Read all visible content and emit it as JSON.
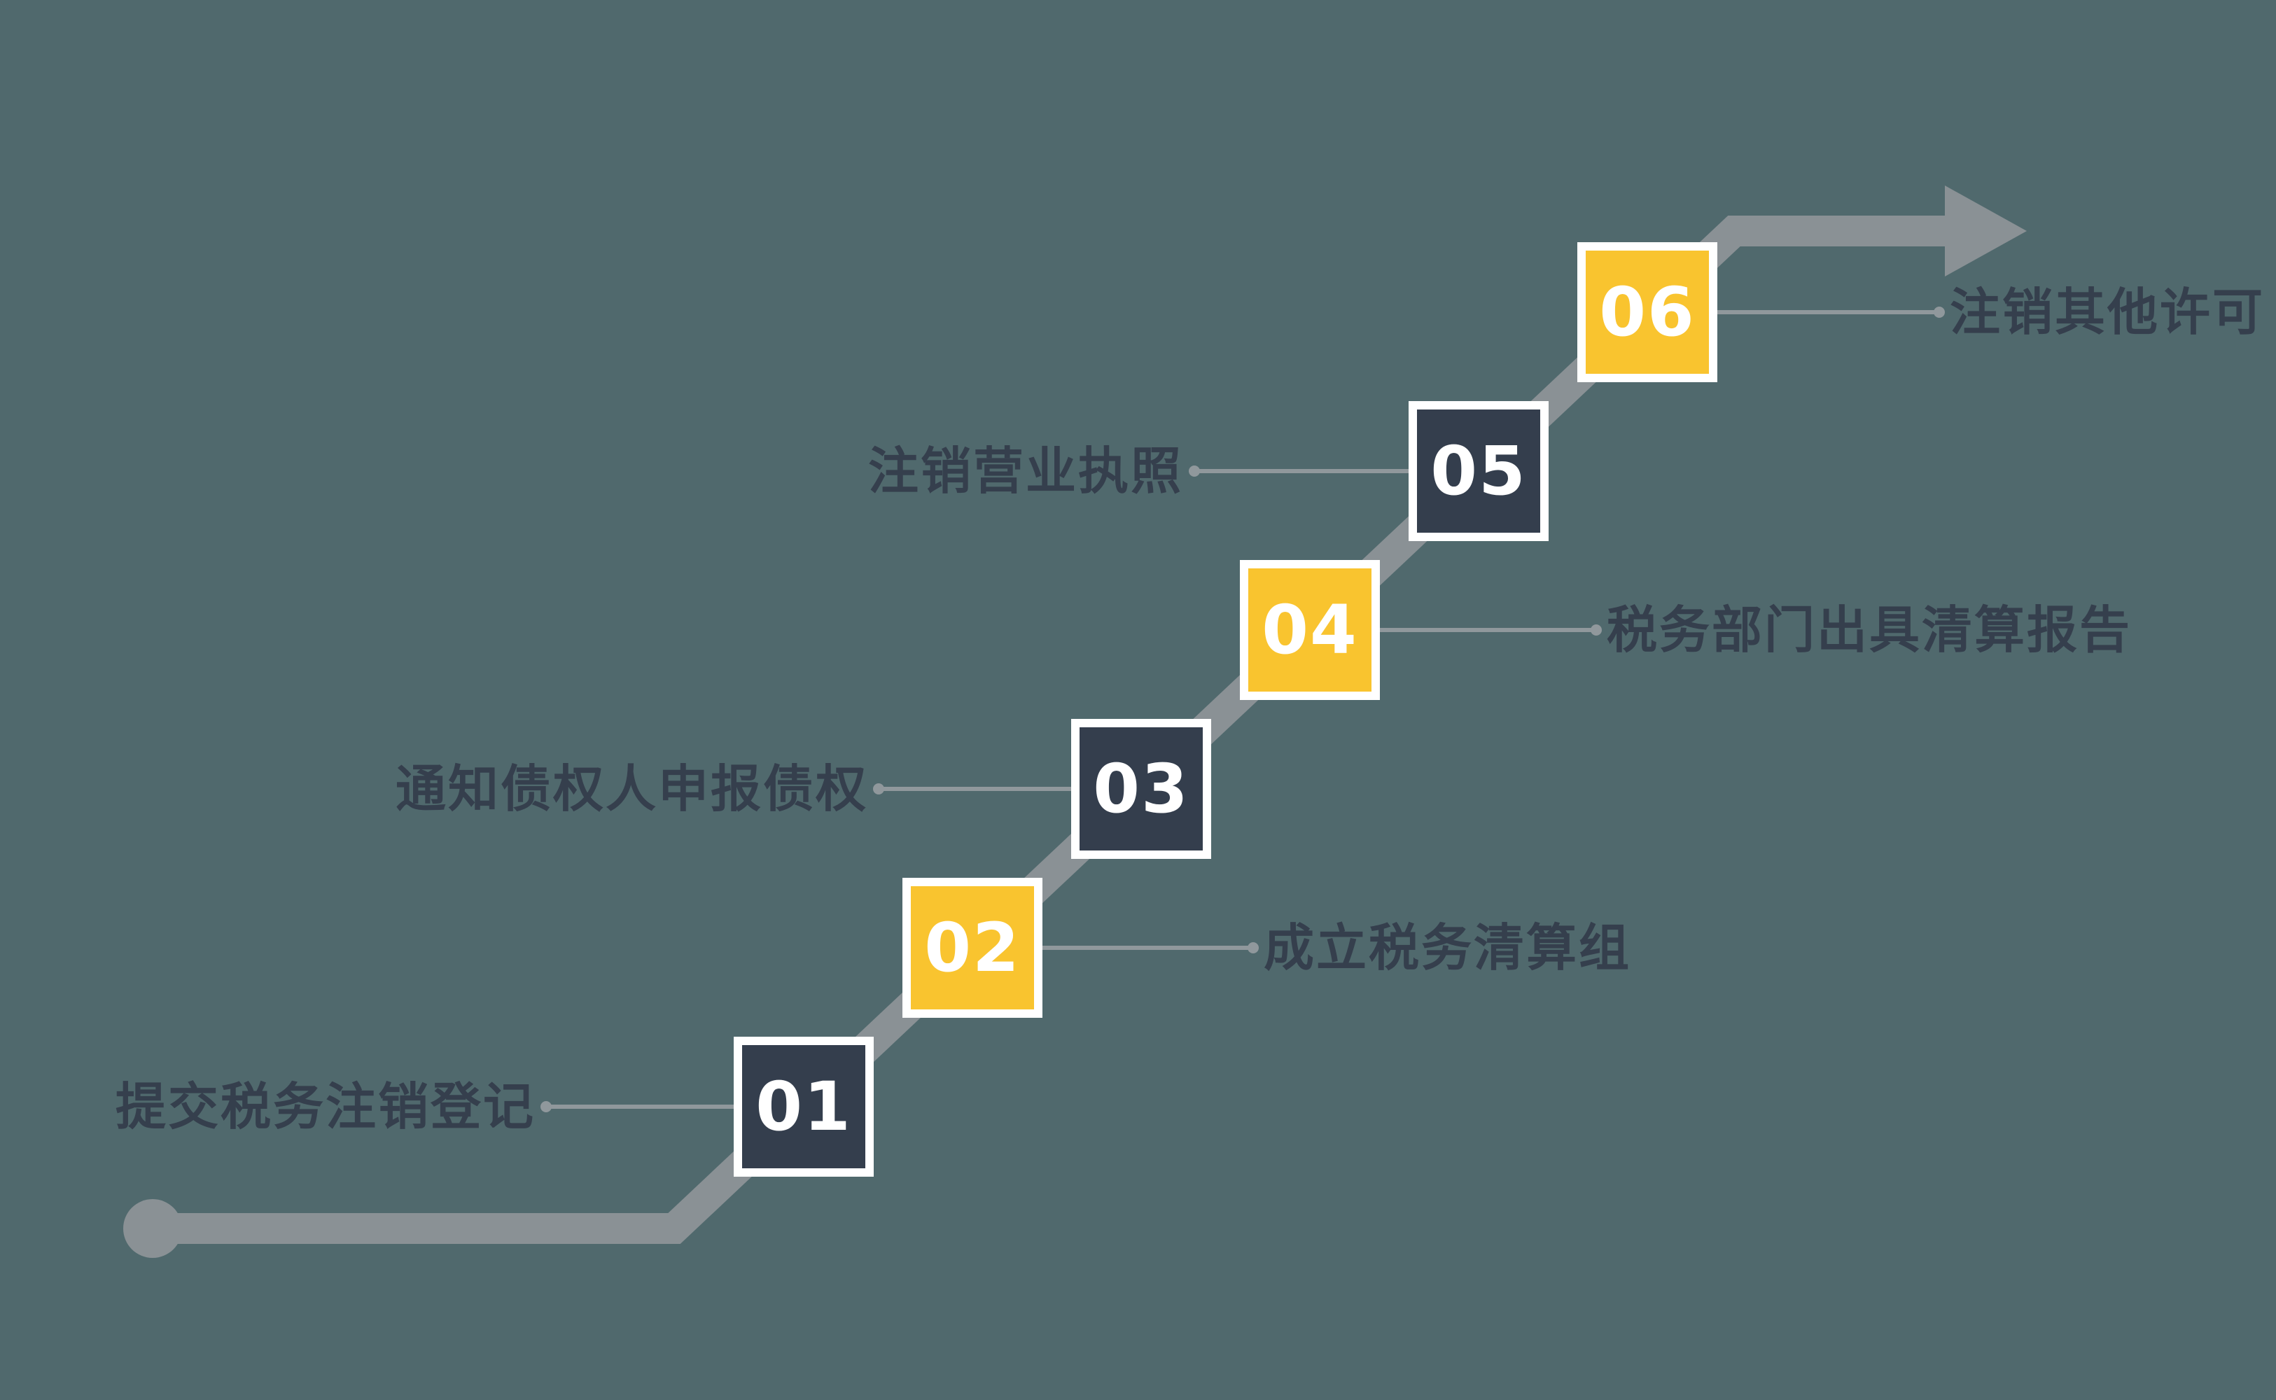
{
  "diagram": {
    "type": "step-flow-staircase",
    "direction": "bottom-left to top-right",
    "background_color": "#50696d",
    "palette": {
      "dark_square": "#343e4d",
      "yellow_square": "#f9c42f",
      "square_border": "#ffffff",
      "trunk_line": "#8a9195",
      "connector_line": "#90989c",
      "label_text": "#353f4d",
      "number_text": "#ffffff"
    },
    "steps": [
      {
        "number": "01",
        "label": "提交税务注销登记",
        "variant": "dark",
        "label_side": "left"
      },
      {
        "number": "02",
        "label": "成立税务清算组",
        "variant": "yellow",
        "label_side": "right"
      },
      {
        "number": "03",
        "label": "通知债权人申报债权",
        "variant": "dark",
        "label_side": "left"
      },
      {
        "number": "04",
        "label": "税务部门出具清算报告",
        "variant": "yellow",
        "label_side": "right"
      },
      {
        "number": "05",
        "label": "注销营业执照",
        "variant": "dark",
        "label_side": "left"
      },
      {
        "number": "06",
        "label": "注销其他许可",
        "variant": "yellow",
        "label_side": "right"
      }
    ]
  }
}
